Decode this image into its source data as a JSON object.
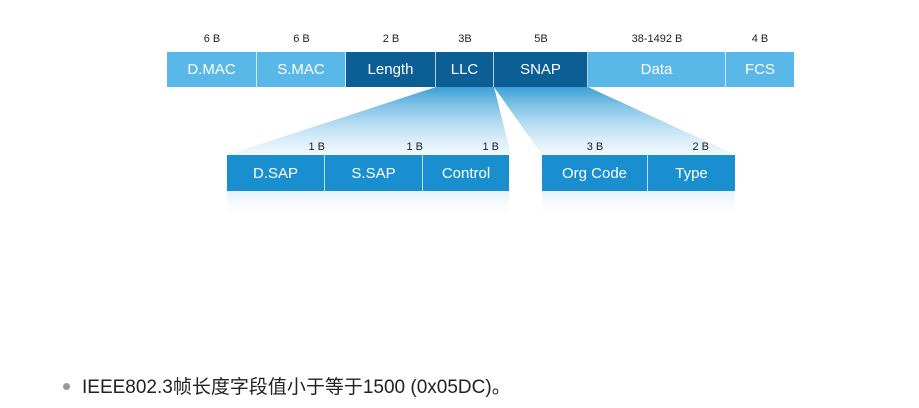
{
  "frame": {
    "fields": [
      {
        "label": "D.MAC",
        "size": "6 B"
      },
      {
        "label": "S.MAC",
        "size": "6 B"
      },
      {
        "label": "Length",
        "size": "2 B"
      },
      {
        "label": "LLC",
        "size": "3B"
      },
      {
        "label": "SNAP",
        "size": "5B"
      },
      {
        "label": "Data",
        "size": "38-1492 B"
      },
      {
        "label": "FCS",
        "size": "4 B"
      }
    ]
  },
  "llc": {
    "fields": [
      {
        "label": "D.SAP",
        "size": "1 B"
      },
      {
        "label": "S.SAP",
        "size": "1 B"
      },
      {
        "label": "Control",
        "size": "1 B"
      }
    ]
  },
  "snap": {
    "fields": [
      {
        "label": "Org Code",
        "size": "3 B"
      },
      {
        "label": "Type",
        "size": "2 B"
      }
    ]
  },
  "note": "IEEE802.3帧长度字段值小于等于1500 (0x05DC)。"
}
